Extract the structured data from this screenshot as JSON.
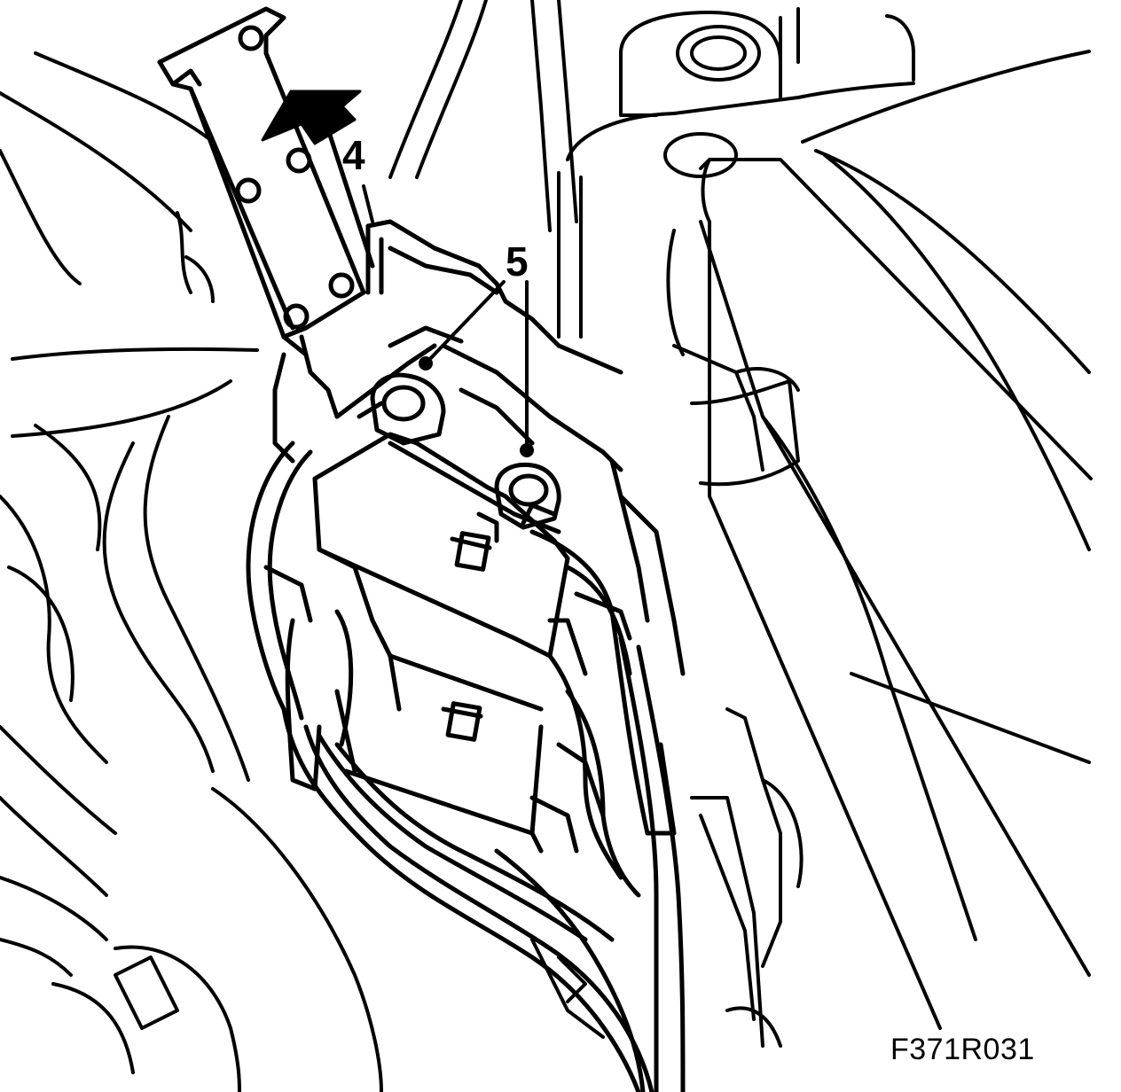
{
  "callouts": {
    "label_4": "4",
    "label_5": "5"
  },
  "figure": {
    "code": "F371R031"
  },
  "colors": {
    "line": "#000000",
    "background": "#ffffff"
  }
}
